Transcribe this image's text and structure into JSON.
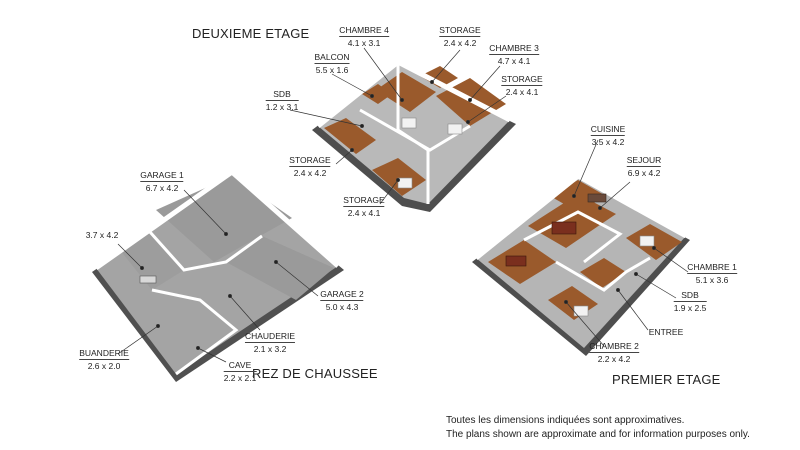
{
  "floors": {
    "deuxieme": {
      "title": "DEUXIEME ETAGE"
    },
    "rdc": {
      "title": "REZ DE CHAUSSEE"
    },
    "premier": {
      "title": "PREMIER ETAGE"
    }
  },
  "rooms": {
    "chambre4": {
      "name": "CHAMBRE 4",
      "dim": "4.1 x 3.1"
    },
    "storage_top": {
      "name": "STORAGE",
      "dim": "2.4 x 4.2"
    },
    "balcon": {
      "name": "BALCON",
      "dim": "5.5 x 1.6"
    },
    "chambre3": {
      "name": "CHAMBRE 3",
      "dim": "4.7 x 4.1"
    },
    "storage_right": {
      "name": "STORAGE",
      "dim": "2.4 x 4.1"
    },
    "sdb_top": {
      "name": "SDB",
      "dim": "1.2 x 3.1"
    },
    "storage_left": {
      "name": "STORAGE",
      "dim": "2.4 x 4.2"
    },
    "storage_bottom": {
      "name": "STORAGE",
      "dim": "2.4 x 4.1"
    },
    "garage1": {
      "name": "GARAGE 1",
      "dim": "6.7 x 4.2"
    },
    "room_37": {
      "dim": "3.7 x 4.2"
    },
    "garage2": {
      "name": "GARAGE 2",
      "dim": "5.0 x 4.3"
    },
    "chauderie": {
      "name": "CHAUDERIE",
      "dim": "2.1 x 3.2"
    },
    "buanderie": {
      "name": "BUANDERIE",
      "dim": "2.6 x 2.0"
    },
    "cave": {
      "name": "CAVE",
      "dim": "2.2 x 2.1"
    },
    "cuisine": {
      "name": "CUISINE",
      "dim": "3.5 x 4.2"
    },
    "sejour": {
      "name": "SEJOUR",
      "dim": "6.9 x 4.2"
    },
    "chambre1": {
      "name": "CHAMBRE 1",
      "dim": "5.1 x 3.6"
    },
    "sdb_first": {
      "name": "SDB",
      "dim": "1.9 x 2.5"
    },
    "entree": {
      "name": "ENTREE"
    },
    "chambre2": {
      "name": "CHAMBRE 2",
      "dim": "2.2 x 4.2"
    }
  },
  "disclaimer": {
    "fr": "Toutes les dimensions indiquées sont approximatives.",
    "en": "The plans shown are approximate and for information purposes only."
  },
  "colors": {
    "wall": "#ffffff",
    "wall_side": "#d8d8d8",
    "floor_grey": "#9d9d9d",
    "floor_wood": "#9a5a2c",
    "base_dark": "#5a5a5a"
  }
}
